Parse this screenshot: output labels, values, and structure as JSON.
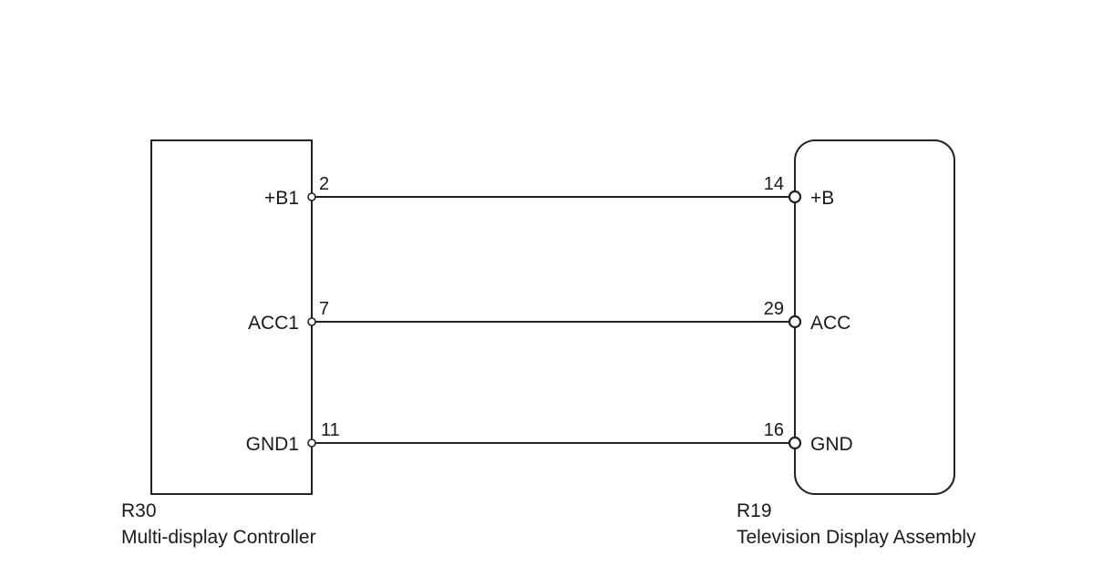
{
  "left_component": {
    "code": "R30",
    "name": "Multi-display Controller",
    "pins": [
      {
        "terminal": "+B1",
        "number": "2"
      },
      {
        "terminal": "ACC1",
        "number": "7"
      },
      {
        "terminal": "GND1",
        "number": "11"
      }
    ]
  },
  "right_component": {
    "code": "R19",
    "name": "Television Display Assembly",
    "pins": [
      {
        "terminal": "+B",
        "number": "14"
      },
      {
        "terminal": "ACC",
        "number": "29"
      },
      {
        "terminal": "GND",
        "number": "16"
      }
    ]
  },
  "connections": [
    {
      "from": "+B1",
      "to": "+B"
    },
    {
      "from": "ACC1",
      "to": "ACC"
    },
    {
      "from": "GND1",
      "to": "GND"
    }
  ]
}
